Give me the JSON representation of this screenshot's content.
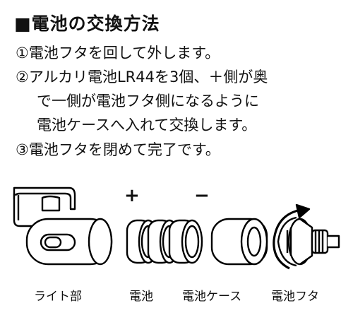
{
  "heading": "■電池の交換方法",
  "steps": {
    "s1": "①電池フタを回して外します。",
    "s2_line1": "②アルカリ電池LR44を3個、＋側が奥",
    "s2_line2": "で一側が電池フタ側になるように",
    "s2_line3": "電池ケースへ入れて交換します。",
    "s3": "③電池フタを閉めて完了です。"
  },
  "polarity": {
    "plus": "+",
    "minus": "−"
  },
  "captions": {
    "light": "ライト部",
    "battery": "電池",
    "case": "電池ケース",
    "cover": "電池フタ"
  }
}
